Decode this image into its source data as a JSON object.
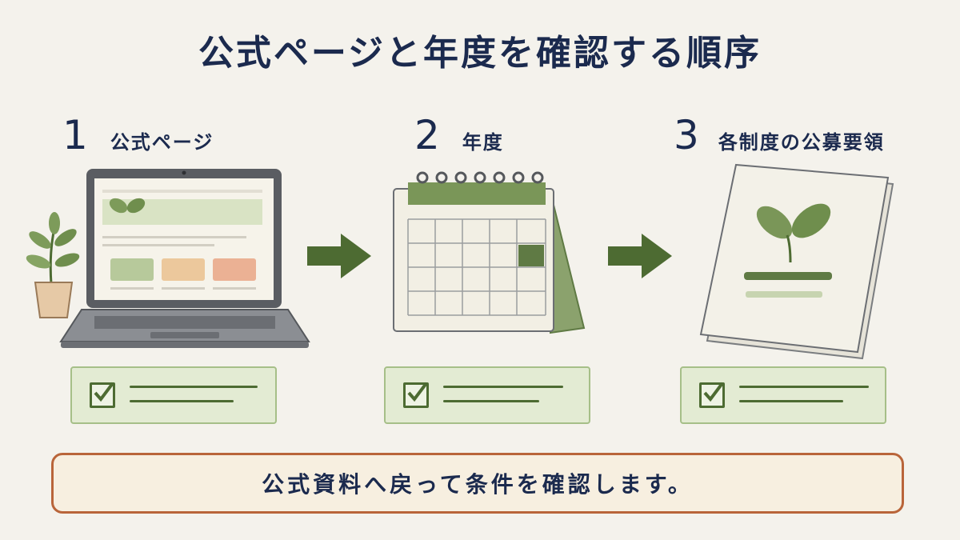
{
  "title": "公式ページと年度を確認する順序",
  "steps": [
    {
      "number": "1",
      "label": "公式ページ",
      "illustration": "laptop-icon"
    },
    {
      "number": "2",
      "label": "年度",
      "illustration": "calendar-icon"
    },
    {
      "number": "3",
      "label": "各制度の公募要領",
      "illustration": "document-icon"
    }
  ],
  "note": "公式資料へ戻って条件を確認します。",
  "colors": {
    "green": "#4d6b32",
    "navy": "#1b2a4e",
    "orange": "#b9653a"
  }
}
